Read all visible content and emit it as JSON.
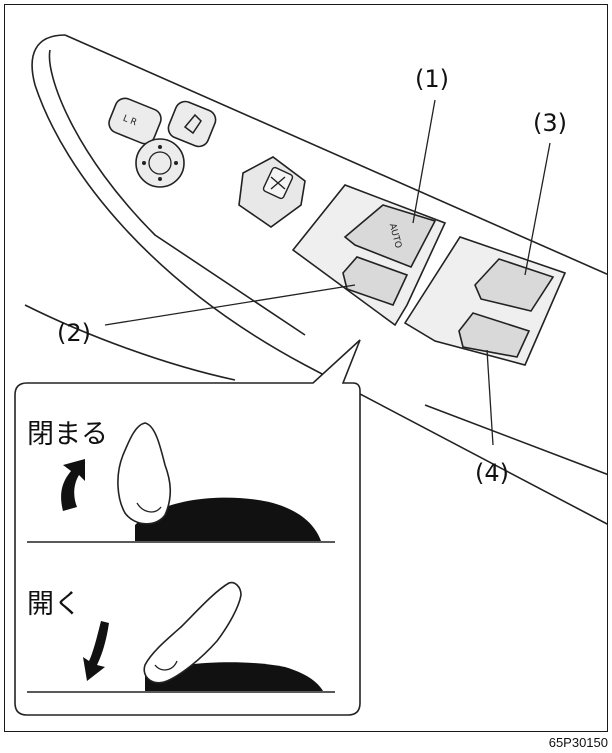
{
  "labels": {
    "callout_1": "(1)",
    "callout_2": "(2)",
    "callout_3": "(3)",
    "callout_4": "(4)"
  },
  "inset": {
    "close_text": "閉まる",
    "open_text": "開く"
  },
  "switch_text": {
    "auto": "AUTO",
    "mirror_lr": "L  R"
  },
  "figure_code": "65P30150"
}
